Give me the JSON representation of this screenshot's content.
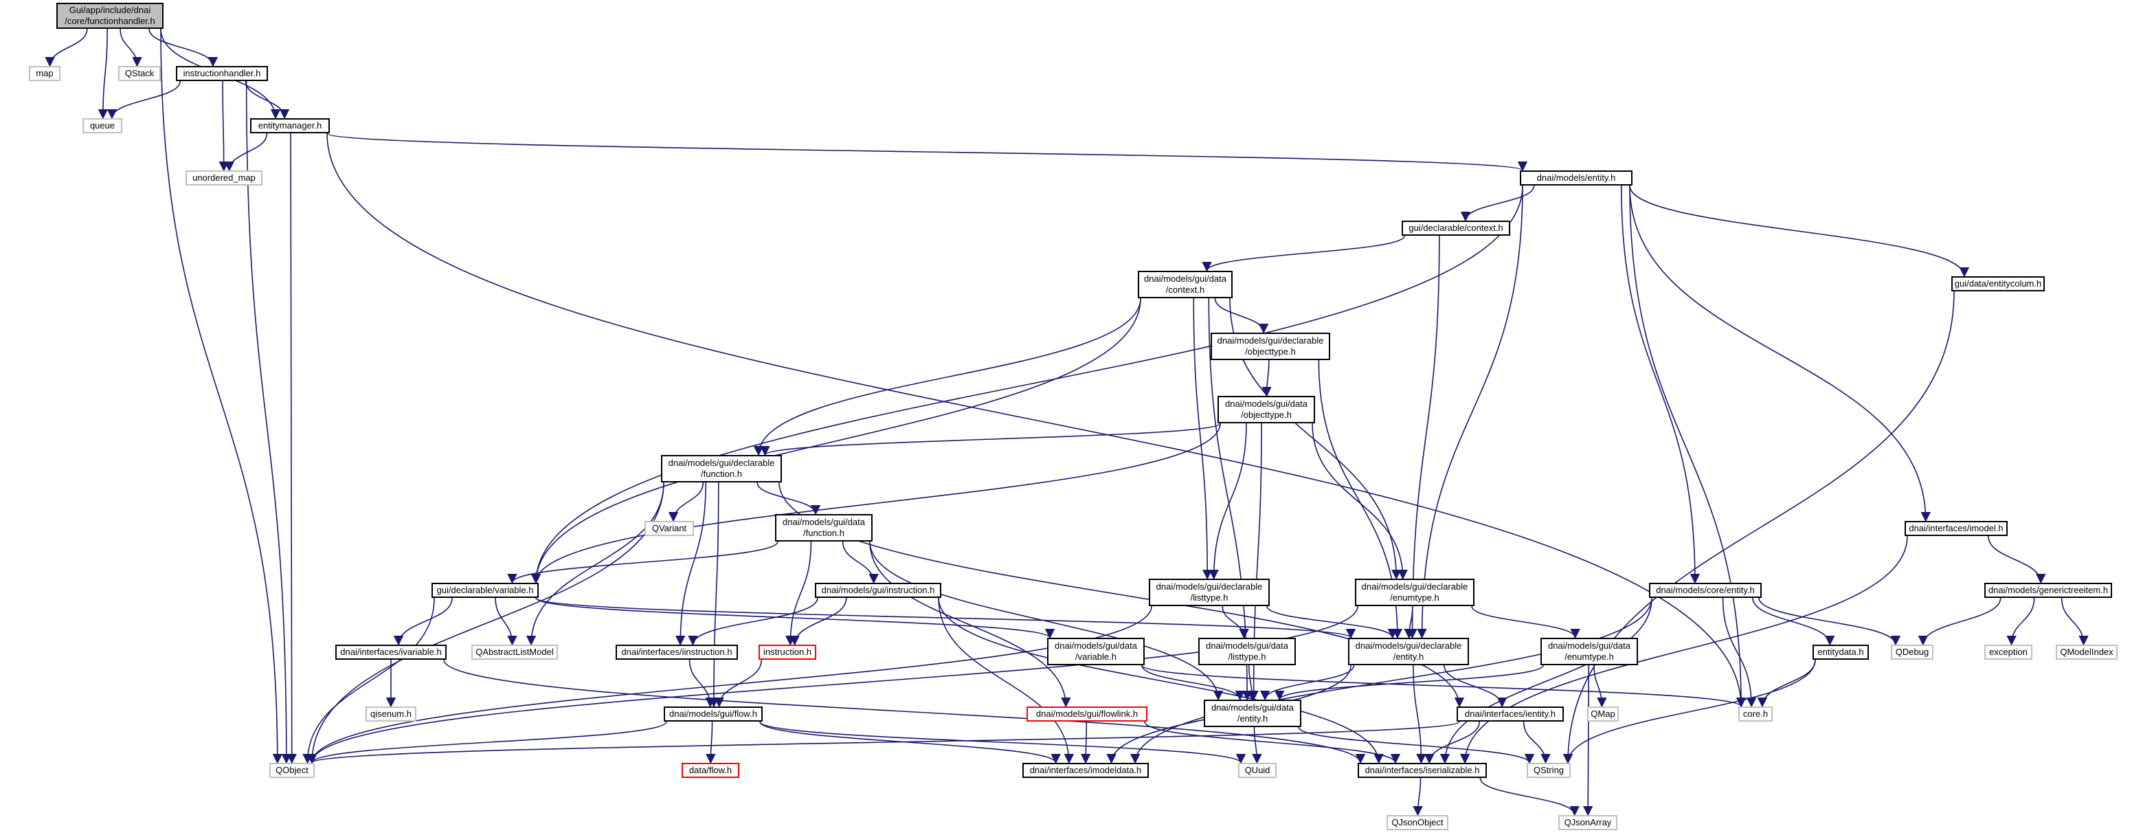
{
  "graph": {
    "colors": {
      "edge": "#191970",
      "node_border": "#000000",
      "external_border": "#bfbfbf",
      "missing_border": "#ff0000",
      "root_fill": "#bfbfbf"
    },
    "nodes": {
      "functionhandler": {
        "label": "Gui/app/include/dnai\n/core/functionhandler.h",
        "style": "root"
      },
      "map": {
        "label": "map",
        "style": "ext"
      },
      "qstack": {
        "label": "QStack",
        "style": "ext"
      },
      "instructionhandler": {
        "label": "instructionhandler.h",
        "style": "normal"
      },
      "queue": {
        "label": "queue",
        "style": "ext"
      },
      "entitymanager": {
        "label": "entitymanager.h",
        "style": "normal"
      },
      "unordered_map": {
        "label": "unordered_map",
        "style": "ext"
      },
      "models_entity": {
        "label": "dnai/models/entity.h",
        "style": "normal"
      },
      "gui_context": {
        "label": "gui/declarable/context.h",
        "style": "normal"
      },
      "gui_data_context": {
        "label": "dnai/models/gui/data\n/context.h",
        "style": "normal"
      },
      "gui_entitycolum": {
        "label": "gui/data/entitycolum.h",
        "style": "normal"
      },
      "decl_objecttype": {
        "label": "dnai/models/gui/declarable\n/objecttype.h",
        "style": "normal"
      },
      "data_objecttype": {
        "label": "dnai/models/gui/data\n/objecttype.h",
        "style": "normal"
      },
      "decl_function": {
        "label": "dnai/models/gui/declarable\n/function.h",
        "style": "normal"
      },
      "qvariant": {
        "label": "QVariant",
        "style": "ext"
      },
      "data_function": {
        "label": "dnai/models/gui/data\n/function.h",
        "style": "normal"
      },
      "imodel": {
        "label": "dnai/interfaces/imodel.h",
        "style": "normal"
      },
      "generictreeitem": {
        "label": "dnai/models/generictreeitem.h",
        "style": "normal"
      },
      "decl_variable": {
        "label": "gui/declarable/variable.h",
        "style": "normal"
      },
      "gui_instruction": {
        "label": "dnai/models/gui/instruction.h",
        "style": "normal"
      },
      "decl_listtype": {
        "label": "dnai/models/gui/declarable\n/listtype.h",
        "style": "normal"
      },
      "decl_enumtype": {
        "label": "dnai/models/gui/declarable\n/enumtype.h",
        "style": "normal"
      },
      "core_entity": {
        "label": "dnai/models/core/entity.h",
        "style": "normal"
      },
      "ivariable": {
        "label": "dnai/interfaces/ivariable.h",
        "style": "normal"
      },
      "qabstractlistmodel": {
        "label": "QAbstractListModel",
        "style": "ext"
      },
      "iinstruction": {
        "label": "dnai/interfaces/iinstruction.h",
        "style": "normal"
      },
      "instruction_h": {
        "label": "instruction.h",
        "style": "red"
      },
      "data_variable": {
        "label": "dnai/models/gui/data\n/variable.h",
        "style": "normal"
      },
      "data_listtype": {
        "label": "dnai/models/gui/data\n/listtype.h",
        "style": "normal"
      },
      "decl_entity": {
        "label": "dnai/models/gui/declarable\n/entity.h",
        "style": "normal"
      },
      "data_enumtype": {
        "label": "dnai/models/gui/data\n/enumtype.h",
        "style": "normal"
      },
      "entitydata": {
        "label": "entitydata.h",
        "style": "normal"
      },
      "qdebug": {
        "label": "QDebug",
        "style": "ext"
      },
      "exception": {
        "label": "exception",
        "style": "ext"
      },
      "qmodelindex": {
        "label": "QModelIndex",
        "style": "ext"
      },
      "qisenum": {
        "label": "qisenum.h",
        "style": "ext"
      },
      "flow_h": {
        "label": "dnai/models/gui/flow.h",
        "style": "normal"
      },
      "flowlink": {
        "label": "dnai/models/gui/flowlink.h",
        "style": "red"
      },
      "data_entity": {
        "label": "dnai/models/gui/data\n/entity.h",
        "style": "normal"
      },
      "ientity": {
        "label": "dnai/interfaces/ientity.h",
        "style": "normal"
      },
      "qmap": {
        "label": "QMap",
        "style": "ext"
      },
      "core_h": {
        "label": "core.h",
        "style": "ext"
      },
      "qobject": {
        "label": "QObject",
        "style": "ext"
      },
      "data_flow": {
        "label": "data/flow.h",
        "style": "red"
      },
      "imodeldata": {
        "label": "dnai/interfaces/imodeldata.h",
        "style": "normal"
      },
      "quuid": {
        "label": "QUuid",
        "style": "ext"
      },
      "iserializable": {
        "label": "dnai/interfaces/iserializable.h",
        "style": "normal"
      },
      "qstring": {
        "label": "QString",
        "style": "ext"
      },
      "qjsonobject": {
        "label": "QJsonObject",
        "style": "ext"
      },
      "qjsonarray": {
        "label": "QJsonArray",
        "style": "ext"
      }
    },
    "edges": [
      [
        "functionhandler",
        "map"
      ],
      [
        "functionhandler",
        "qstack"
      ],
      [
        "functionhandler",
        "instructionhandler"
      ],
      [
        "functionhandler",
        "queue"
      ],
      [
        "functionhandler",
        "entitymanager"
      ],
      [
        "functionhandler",
        "qobject"
      ],
      [
        "instructionhandler",
        "queue"
      ],
      [
        "instructionhandler",
        "entitymanager"
      ],
      [
        "instructionhandler",
        "unordered_map"
      ],
      [
        "instructionhandler",
        "qobject"
      ],
      [
        "entitymanager",
        "unordered_map"
      ],
      [
        "entitymanager",
        "models_entity"
      ],
      [
        "entitymanager",
        "qobject"
      ],
      [
        "entitymanager",
        "core_h"
      ],
      [
        "models_entity",
        "gui_context"
      ],
      [
        "models_entity",
        "gui_entitycolum"
      ],
      [
        "models_entity",
        "imodel"
      ],
      [
        "models_entity",
        "core_entity"
      ],
      [
        "models_entity",
        "decl_entity"
      ],
      [
        "models_entity",
        "core_h"
      ],
      [
        "models_entity",
        "decl_variable"
      ],
      [
        "gui_context",
        "gui_data_context"
      ],
      [
        "gui_context",
        "decl_entity"
      ],
      [
        "gui_data_context",
        "decl_objecttype"
      ],
      [
        "gui_data_context",
        "decl_function"
      ],
      [
        "gui_data_context",
        "decl_variable"
      ],
      [
        "gui_data_context",
        "decl_listtype"
      ],
      [
        "gui_data_context",
        "decl_enumtype"
      ],
      [
        "gui_data_context",
        "data_entity"
      ],
      [
        "gui_entitycolum",
        "qstring"
      ],
      [
        "decl_objecttype",
        "data_objecttype"
      ],
      [
        "decl_objecttype",
        "decl_entity"
      ],
      [
        "data_objecttype",
        "decl_function"
      ],
      [
        "data_objecttype",
        "decl_variable"
      ],
      [
        "data_objecttype",
        "decl_listtype"
      ],
      [
        "data_objecttype",
        "decl_enumtype"
      ],
      [
        "data_objecttype",
        "data_entity"
      ],
      [
        "decl_function",
        "qvariant"
      ],
      [
        "decl_function",
        "data_function"
      ],
      [
        "decl_function",
        "qobject"
      ],
      [
        "decl_function",
        "qabstractlistmodel"
      ],
      [
        "decl_function",
        "iinstruction"
      ],
      [
        "decl_function",
        "flow_h"
      ],
      [
        "decl_function",
        "ientity"
      ],
      [
        "data_function",
        "decl_variable"
      ],
      [
        "data_function",
        "gui_instruction"
      ],
      [
        "data_function",
        "instruction_h"
      ],
      [
        "data_function",
        "flowlink"
      ],
      [
        "data_function",
        "data_entity"
      ],
      [
        "imodel",
        "generictreeitem"
      ],
      [
        "imodel",
        "iserializable"
      ],
      [
        "generictreeitem",
        "qdebug"
      ],
      [
        "generictreeitem",
        "exception"
      ],
      [
        "generictreeitem",
        "qmodelindex"
      ],
      [
        "decl_variable",
        "ivariable"
      ],
      [
        "decl_variable",
        "qabstractlistmodel"
      ],
      [
        "decl_variable",
        "data_variable"
      ],
      [
        "decl_variable",
        "decl_entity"
      ],
      [
        "decl_variable",
        "qobject"
      ],
      [
        "gui_instruction",
        "iinstruction"
      ],
      [
        "gui_instruction",
        "instruction_h"
      ],
      [
        "gui_instruction",
        "imodeldata"
      ],
      [
        "gui_instruction",
        "iserializable"
      ],
      [
        "decl_listtype",
        "data_listtype"
      ],
      [
        "decl_listtype",
        "decl_entity"
      ],
      [
        "decl_listtype",
        "qobject"
      ],
      [
        "decl_enumtype",
        "decl_entity"
      ],
      [
        "decl_enumtype",
        "data_enumtype"
      ],
      [
        "decl_enumtype",
        "qobject"
      ],
      [
        "core_entity",
        "entitydata"
      ],
      [
        "core_entity",
        "qdebug"
      ],
      [
        "core_entity",
        "core_h"
      ],
      [
        "core_entity",
        "iserializable"
      ],
      [
        "core_entity",
        "imodeldata"
      ],
      [
        "ivariable",
        "qisenum"
      ],
      [
        "ivariable",
        "iserializable"
      ],
      [
        "iinstruction",
        "flow_h"
      ],
      [
        "instruction_h",
        "flow_h"
      ],
      [
        "data_variable",
        "data_entity"
      ],
      [
        "data_variable",
        "core_h"
      ],
      [
        "data_listtype",
        "data_entity"
      ],
      [
        "decl_entity",
        "data_entity"
      ],
      [
        "decl_entity",
        "ientity"
      ],
      [
        "decl_entity",
        "iserializable"
      ],
      [
        "decl_entity",
        "imodeldata"
      ],
      [
        "data_enumtype",
        "data_entity"
      ],
      [
        "data_enumtype",
        "qmap"
      ],
      [
        "data_enumtype",
        "qjsonarray"
      ],
      [
        "entitydata",
        "core_h"
      ],
      [
        "entitydata",
        "qstring"
      ],
      [
        "flow_h",
        "data_flow"
      ],
      [
        "flow_h",
        "qobject"
      ],
      [
        "flow_h",
        "imodeldata"
      ],
      [
        "flow_h",
        "quuid"
      ],
      [
        "flowlink",
        "imodeldata"
      ],
      [
        "flowlink",
        "iserializable"
      ],
      [
        "data_entity",
        "quuid"
      ],
      [
        "data_entity",
        "qstring"
      ],
      [
        "ientity",
        "iserializable"
      ],
      [
        "ientity",
        "qstring"
      ],
      [
        "ientity",
        "qobject"
      ],
      [
        "iserializable",
        "qjsonobject"
      ],
      [
        "iserializable",
        "qjsonarray"
      ]
    ]
  }
}
